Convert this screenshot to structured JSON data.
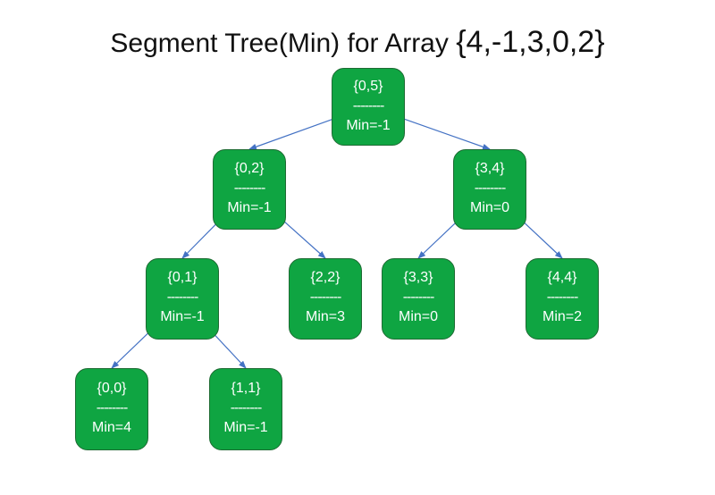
{
  "title": {
    "prefix": "Segment Tree(Min) for Array ",
    "array": "{4,-1,3,0,2}"
  },
  "style": {
    "node_fill": "#0fa542",
    "edge_color": "#4472c4"
  },
  "nodes": [
    {
      "id": "n05",
      "range": "{0,5}",
      "sep": "--------",
      "min": "Min=-1"
    },
    {
      "id": "n02",
      "range": "{0,2}",
      "sep": "--------",
      "min": "Min=-1"
    },
    {
      "id": "n34",
      "range": "{3,4}",
      "sep": "--------",
      "min": "Min=0"
    },
    {
      "id": "n01",
      "range": "{0,1}",
      "sep": "--------",
      "min": "Min=-1"
    },
    {
      "id": "n22",
      "range": "{2,2}",
      "sep": "--------",
      "min": "Min=3"
    },
    {
      "id": "n33",
      "range": "{3,3}",
      "sep": "--------",
      "min": "Min=0"
    },
    {
      "id": "n44",
      "range": "{4,4}",
      "sep": "--------",
      "min": "Min=2"
    },
    {
      "id": "n00",
      "range": "{0,0}",
      "sep": "--------",
      "min": "Min=4"
    },
    {
      "id": "n11",
      "range": "{1,1}",
      "sep": "--------",
      "min": "Min=-1"
    }
  ],
  "edges": [
    {
      "from": "n05",
      "to": "n02"
    },
    {
      "from": "n05",
      "to": "n34"
    },
    {
      "from": "n02",
      "to": "n01"
    },
    {
      "from": "n02",
      "to": "n22"
    },
    {
      "from": "n34",
      "to": "n33"
    },
    {
      "from": "n34",
      "to": "n44"
    },
    {
      "from": "n01",
      "to": "n00"
    },
    {
      "from": "n01",
      "to": "n11"
    }
  ]
}
